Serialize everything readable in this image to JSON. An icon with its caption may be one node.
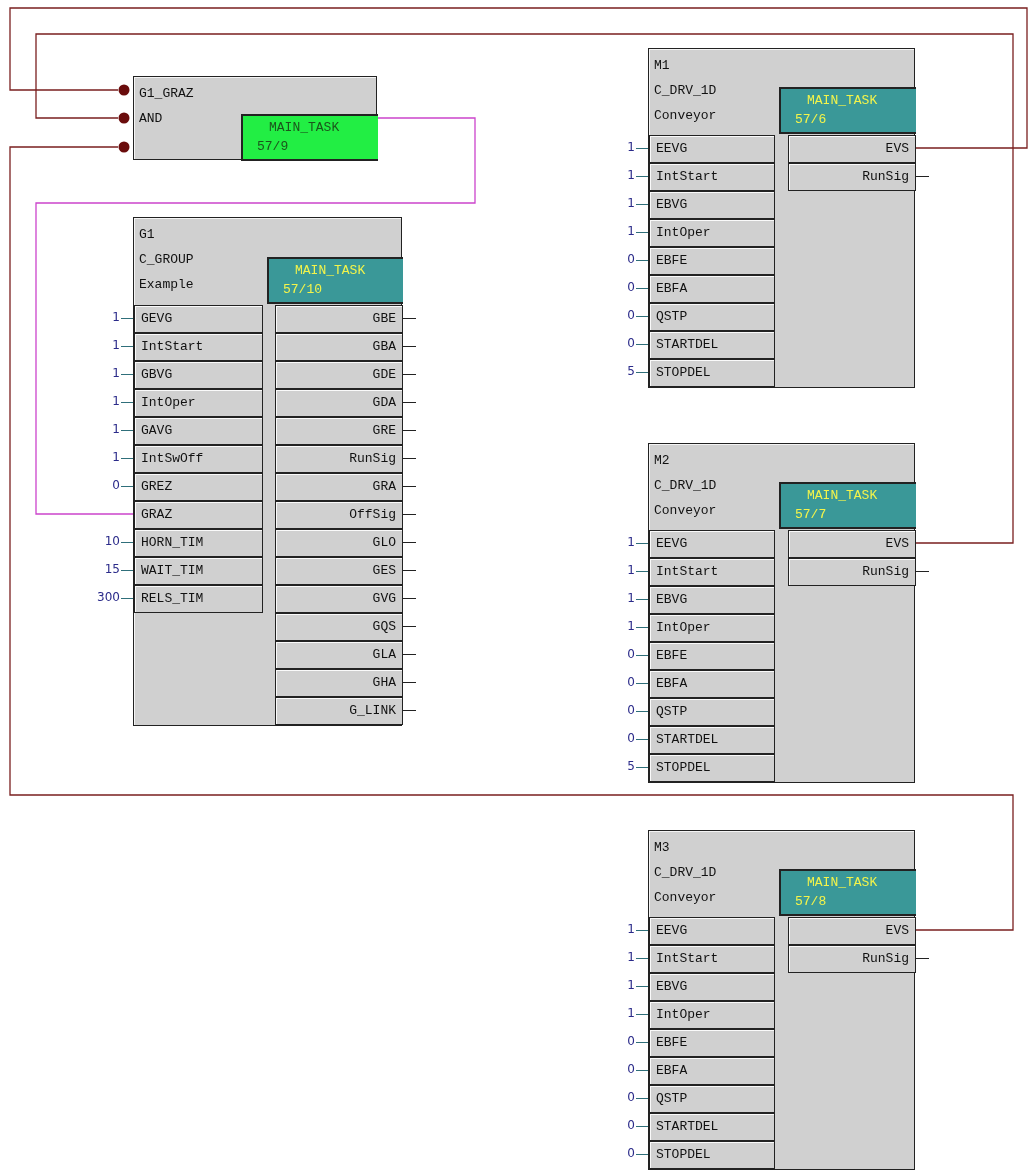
{
  "diagram": {
    "nodes": [
      {
        "text": [
          "G1_GRAZ",
          "AND"
        ]
      },
      {
        "text": [
          "MAIN_TASK",
          "57/9"
        ],
        "in": 0
      },
      {
        "text": [],
        "shape": "circle"
      },
      {
        "text": [],
        "shape": "circle"
      },
      {
        "text": [],
        "shape": "circle"
      },
      {
        "text": [
          "G1",
          "C_GROUP",
          "Example"
        ]
      },
      {
        "text": [
          "MAIN_TASK",
          "57/10"
        ],
        "in": 5
      },
      {
        "text": [
          "GEVG"
        ],
        "in": 5,
        "beside": [
          "1"
        ]
      },
      {
        "text": [
          "IntStart"
        ],
        "in": 5,
        "beside": [
          "1"
        ]
      },
      {
        "text": [
          "GBVG"
        ],
        "in": 5,
        "beside": [
          "1"
        ]
      },
      {
        "text": [
          "IntOper"
        ],
        "in": 5,
        "beside": [
          "1"
        ]
      },
      {
        "text": [
          "GAVG"
        ],
        "in": 5,
        "beside": [
          "1"
        ]
      },
      {
        "text": [
          "IntSwOff"
        ],
        "in": 5,
        "beside": [
          "1"
        ]
      },
      {
        "text": [
          "GREZ"
        ],
        "in": 5,
        "beside": [
          "0"
        ]
      },
      {
        "text": [
          "GRAZ"
        ],
        "in": 5
      },
      {
        "text": [
          "HORN_TIM"
        ],
        "in": 5,
        "beside": [
          "10"
        ]
      },
      {
        "text": [
          "WAIT_TIM"
        ],
        "in": 5,
        "beside": [
          "15"
        ]
      },
      {
        "text": [
          "RELS_TIM"
        ],
        "in": 5,
        "beside": [
          "300"
        ]
      },
      {
        "text": [
          "GBE"
        ],
        "in": 5
      },
      {
        "text": [
          "GBA"
        ],
        "in": 5
      },
      {
        "text": [
          "GDE"
        ],
        "in": 5
      },
      {
        "text": [
          "GDA"
        ],
        "in": 5
      },
      {
        "text": [
          "GRE"
        ],
        "in": 5
      },
      {
        "text": [
          "RunSig"
        ],
        "in": 5
      },
      {
        "text": [
          "GRA"
        ],
        "in": 5
      },
      {
        "text": [
          "OffSig"
        ],
        "in": 5
      },
      {
        "text": [
          "GLO"
        ],
        "in": 5
      },
      {
        "text": [
          "GES"
        ],
        "in": 5
      },
      {
        "text": [
          "GVG"
        ],
        "in": 5
      },
      {
        "text": [
          "GQS"
        ],
        "in": 5
      },
      {
        "text": [
          "GLA"
        ],
        "in": 5
      },
      {
        "text": [
          "GHA"
        ],
        "in": 5
      },
      {
        "text": [
          "G_LINK"
        ],
        "in": 5
      },
      {
        "text": [
          "M1",
          "C_DRV_1D",
          "Conveyor"
        ]
      },
      {
        "text": [
          "MAIN_TASK",
          "57/6"
        ],
        "in": 33
      },
      {
        "text": [
          "EEVG"
        ],
        "in": 33,
        "beside": [
          "1"
        ]
      },
      {
        "text": [
          "IntStart"
        ],
        "in": 33,
        "beside": [
          "1"
        ]
      },
      {
        "text": [
          "EBVG"
        ],
        "in": 33,
        "beside": [
          "1"
        ]
      },
      {
        "text": [
          "IntOper"
        ],
        "in": 33,
        "beside": [
          "1"
        ]
      },
      {
        "text": [
          "EBFE"
        ],
        "in": 33,
        "beside": [
          "0"
        ]
      },
      {
        "text": [
          "EBFA"
        ],
        "in": 33,
        "beside": [
          "0"
        ]
      },
      {
        "text": [
          "QSTP"
        ],
        "in": 33,
        "beside": [
          "0"
        ]
      },
      {
        "text": [
          "STARTDEL"
        ],
        "in": 33,
        "beside": [
          "0"
        ]
      },
      {
        "text": [
          "STOPDEL"
        ],
        "in": 33,
        "beside": [
          "5"
        ]
      },
      {
        "text": [
          "EVS"
        ],
        "in": 33
      },
      {
        "text": [
          "RunSig"
        ],
        "in": 33
      },
      {
        "text": [
          "M2",
          "C_DRV_1D",
          "Conveyor"
        ]
      },
      {
        "text": [
          "MAIN_TASK",
          "57/7"
        ],
        "in": 46
      },
      {
        "text": [
          "EEVG"
        ],
        "in": 46,
        "beside": [
          "1"
        ]
      },
      {
        "text": [
          "IntStart"
        ],
        "in": 46,
        "beside": [
          "1"
        ]
      },
      {
        "text": [
          "EBVG"
        ],
        "in": 46,
        "beside": [
          "1"
        ]
      },
      {
        "text": [
          "IntOper"
        ],
        "in": 46,
        "beside": [
          "1"
        ]
      },
      {
        "text": [
          "EBFE"
        ],
        "in": 46,
        "beside": [
          "0"
        ]
      },
      {
        "text": [
          "EBFA"
        ],
        "in": 46,
        "beside": [
          "0"
        ]
      },
      {
        "text": [
          "QSTP"
        ],
        "in": 46,
        "beside": [
          "0"
        ]
      },
      {
        "text": [
          "STARTDEL"
        ],
        "in": 46,
        "beside": [
          "0"
        ]
      },
      {
        "text": [
          "STOPDEL"
        ],
        "in": 46,
        "beside": [
          "5"
        ]
      },
      {
        "text": [
          "EVS"
        ],
        "in": 46
      },
      {
        "text": [
          "RunSig"
        ],
        "in": 46
      },
      {
        "text": [
          "M3",
          "C_DRV_1D",
          "Conveyor"
        ]
      },
      {
        "text": [
          "MAIN_TASK",
          "57/8"
        ],
        "in": 59
      },
      {
        "text": [
          "EEVG"
        ],
        "in": 59,
        "beside": [
          "1"
        ]
      },
      {
        "text": [
          "IntStart"
        ],
        "in": 59,
        "beside": [
          "1"
        ]
      },
      {
        "text": [
          "EBVG"
        ],
        "in": 59,
        "beside": [
          "1"
        ]
      },
      {
        "text": [
          "IntOper"
        ],
        "in": 59,
        "beside": [
          "1"
        ]
      },
      {
        "text": [
          "EBFE"
        ],
        "in": 59,
        "beside": [
          "0"
        ]
      },
      {
        "text": [
          "EBFA"
        ],
        "in": 59,
        "beside": [
          "0"
        ]
      },
      {
        "text": [
          "QSTP"
        ],
        "in": 59,
        "beside": [
          "0"
        ]
      },
      {
        "text": [
          "STARTDEL"
        ],
        "in": 59,
        "beside": [
          "0"
        ]
      },
      {
        "text": [
          "STOPDEL"
        ],
        "in": 59,
        "beside": [
          "0"
        ]
      },
      {
        "text": [
          "EVS"
        ],
        "in": 59
      },
      {
        "text": [
          "RunSig"
        ],
        "in": 59
      }
    ],
    "edges": [
      {
        "from": 44,
        "to": 2,
        "arrow": "none"
      },
      {
        "from": 57,
        "to": 3,
        "arrow": "none"
      },
      {
        "from": 70,
        "to": 4,
        "arrow": "none"
      },
      {
        "from": 0,
        "to": 14,
        "arrow": "none",
        "color": "#cc44cc"
      }
    ]
  }
}
